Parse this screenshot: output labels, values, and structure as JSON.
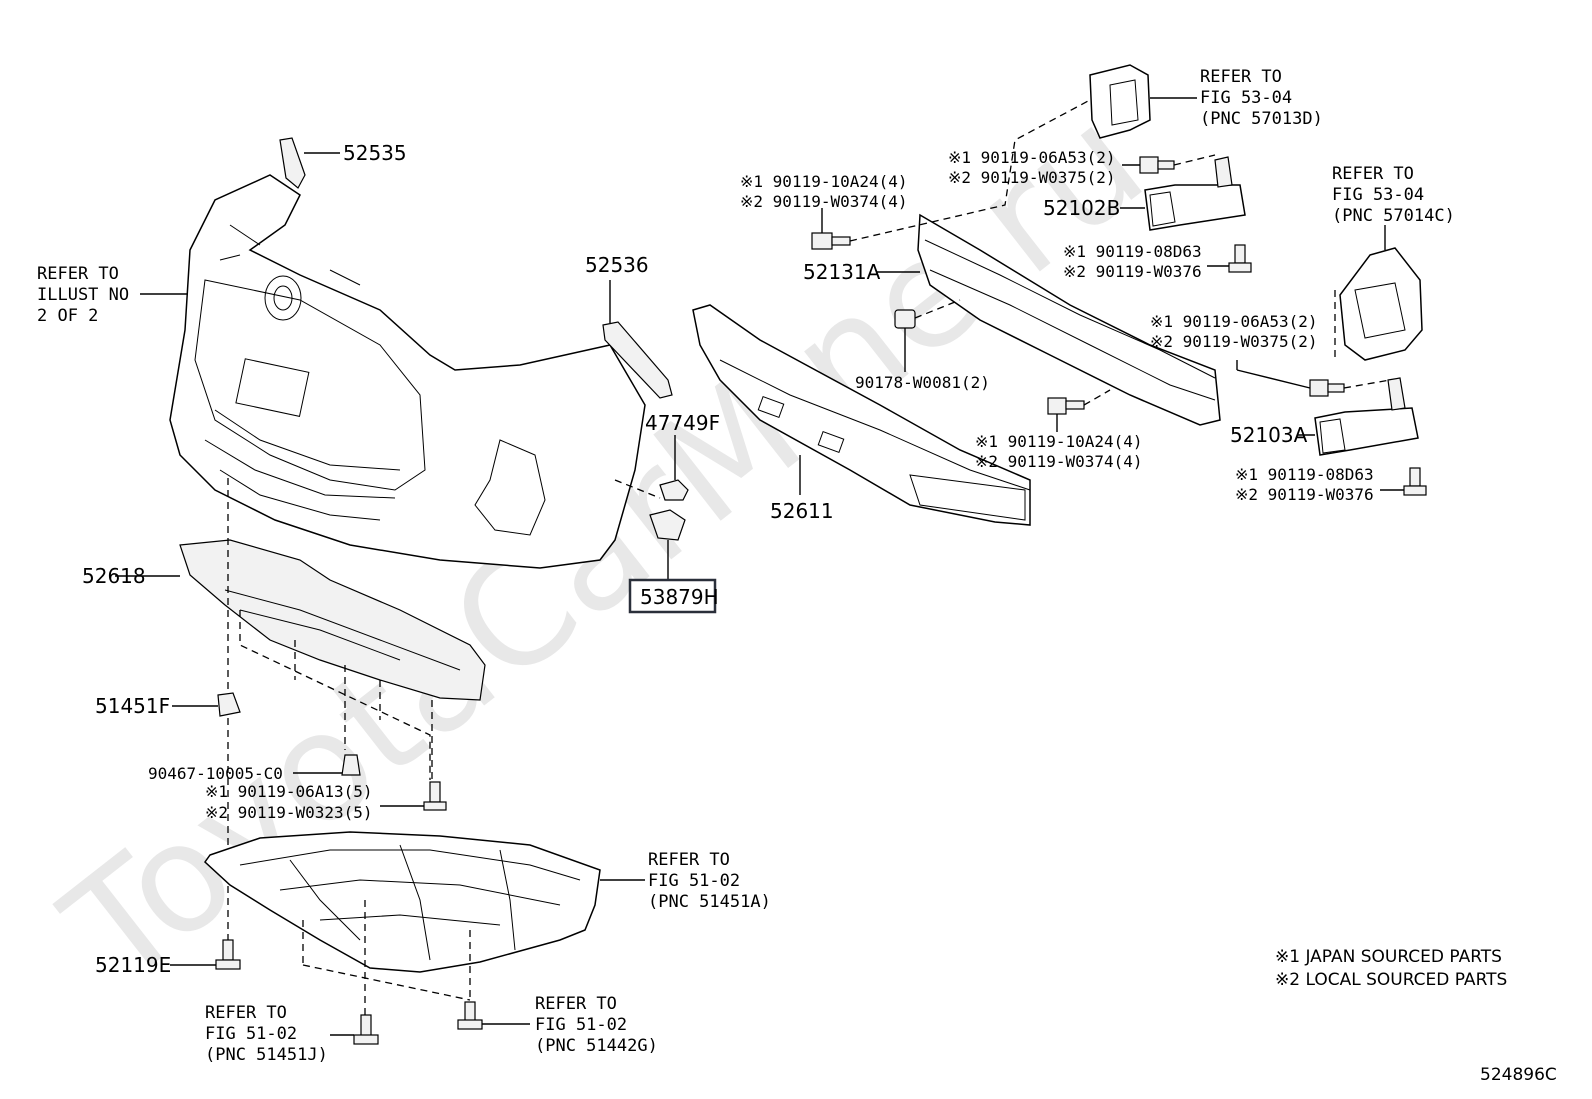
{
  "watermark": "ToyotaCarMine.ru",
  "figure_id": "524896C",
  "legend": [
    "※1 JAPAN SOURCED PARTS",
    "※2 LOCAL SOURCED PARTS"
  ],
  "labels": {
    "p52535": "52535",
    "p52536": "52536",
    "p47749F": "47749F",
    "p53879H": "53879H",
    "p52618": "52618",
    "p51451F": "51451F",
    "p90467": "90467-10005-C0",
    "p90119_06A13": "※1 90119-06A13(5)",
    "p90119_W0323": "※2 90119-W0323(5)",
    "p52119E": "52119E",
    "p52611": "52611",
    "p52131A": "52131A",
    "p52102B": "52102B",
    "p52103A": "52103A",
    "p90178": "90178-W0081(2)",
    "p10A24_top": "※1 90119-10A24(4)",
    "pW0374_top": "※2 90119-W0374(4)",
    "p06A53_top": "※1 90119-06A53(2)",
    "pW0375_top": "※2 90119-W0375(2)",
    "p08D63_top": "※1 90119-08D63",
    "pW0376_top": "※2 90119-W0376",
    "p06A53_right": "※1 90119-06A53(2)",
    "pW0375_right": "※2 90119-W0375(2)",
    "p10A24_mid": "※1 90119-10A24(4)",
    "pW0374_mid": "※2 90119-W0374(4)",
    "p08D63_bot": "※1 90119-08D63",
    "pW0376_bot": "※2 90119-W0376"
  },
  "refs": {
    "illust": [
      "REFER TO",
      "ILLUST NO",
      "2 OF 2"
    ],
    "fig5304_a": [
      "REFER TO",
      "FIG 53-04",
      "(PNC 57013D)"
    ],
    "fig5304_b": [
      "REFER TO",
      "FIG 53-04",
      "(PNC 57014C)"
    ],
    "fig5102_a": [
      "REFER TO",
      "FIG 51-02",
      "(PNC 51451A)"
    ],
    "fig5102_b": [
      "REFER TO",
      "FIG 51-02",
      "(PNC 51451J)"
    ],
    "fig5102_c": [
      "REFER TO",
      "FIG 51-02",
      "(PNC 51442G)"
    ]
  }
}
